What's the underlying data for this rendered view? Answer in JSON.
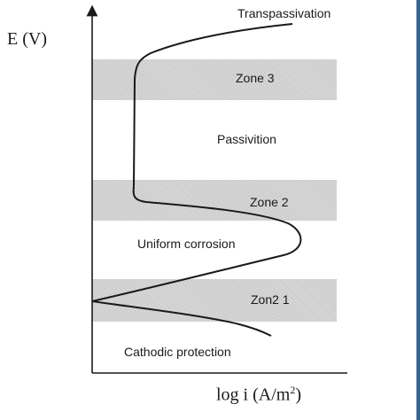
{
  "diagram": {
    "y_axis_title": "E (V)",
    "x_axis_title_base": "log i (A/m",
    "x_axis_title_sup": "2",
    "x_axis_title_close": ")",
    "labels": {
      "transpassivation": "Transpassivation",
      "zone_3": "Zone 3",
      "passivition": "Passivition",
      "zone_2": "Zone 2",
      "uniform_corrosion": "Uniform corrosion",
      "zone_1": "Zon2 1",
      "cathodic_protection": "Cathodic protection"
    }
  },
  "colors": {
    "band_fill": "#d6d6d6",
    "curve": "#1a1a1a",
    "axis": "#1a1a1a",
    "frame_edge": "#2c6a96"
  }
}
